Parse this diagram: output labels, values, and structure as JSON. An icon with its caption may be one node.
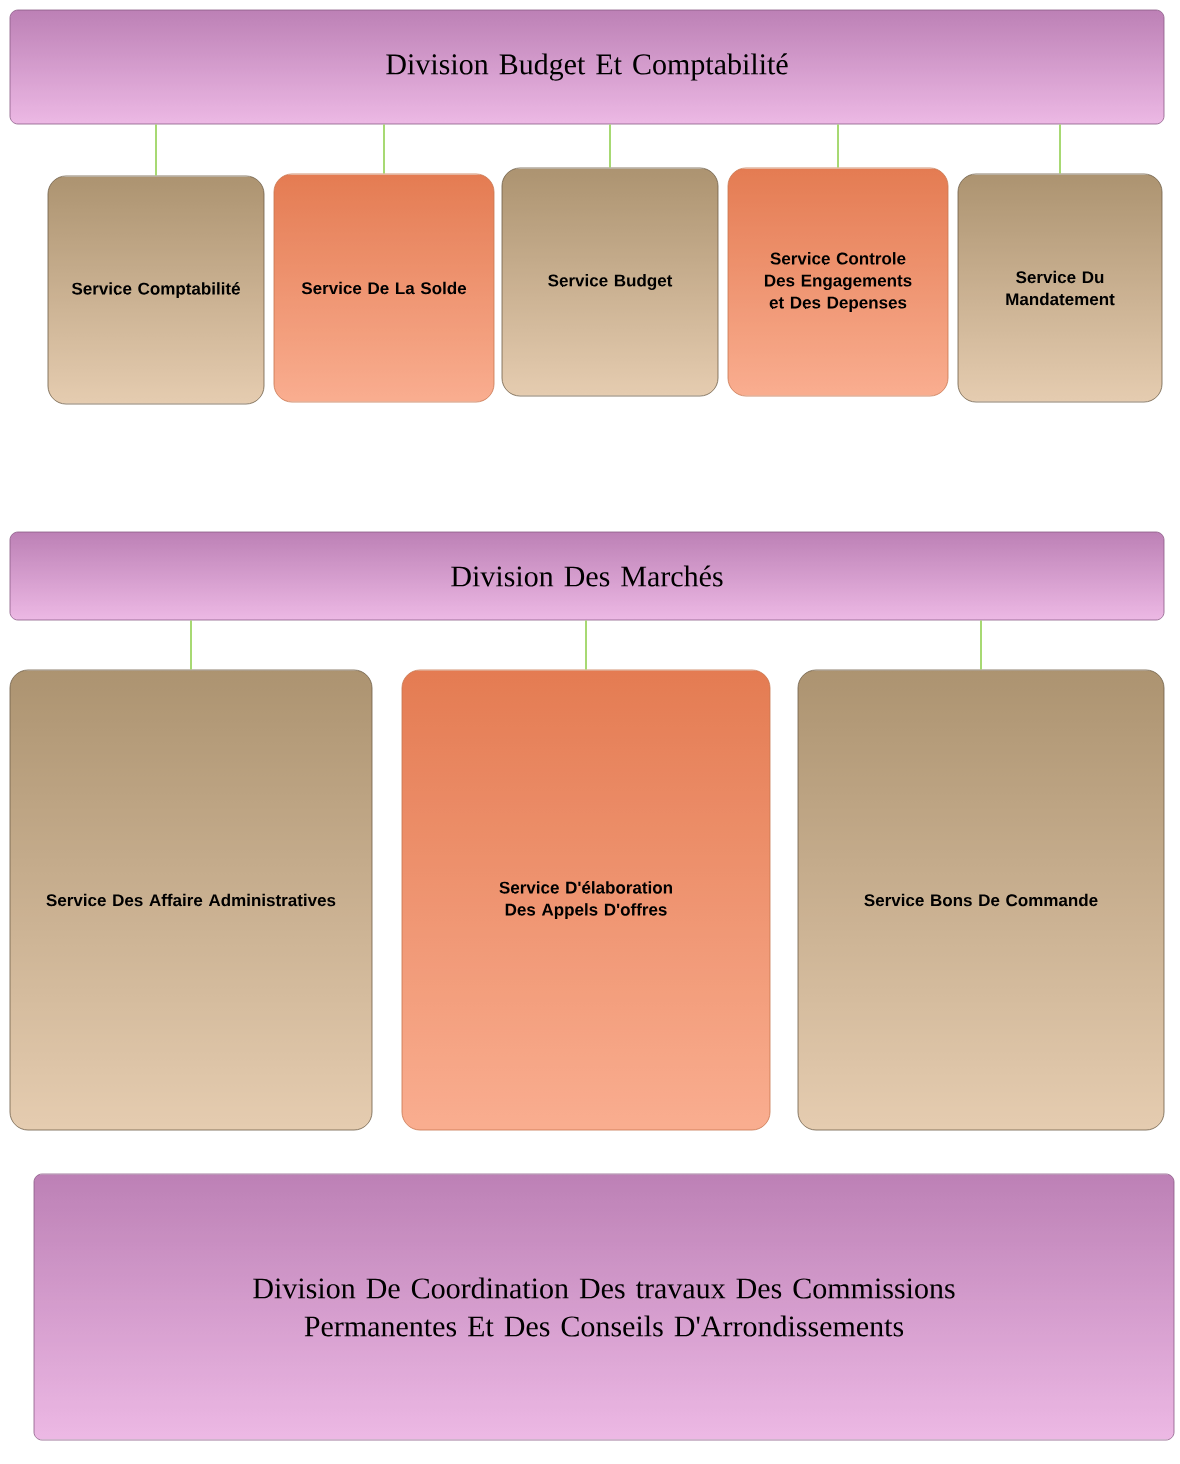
{
  "diagram": {
    "nodes": [
      {
        "text": [
          "Division Budget Et Comptabilité"
        ]
      },
      {
        "text": [
          "Service Comptabilité"
        ]
      },
      {
        "text": [
          "Service De La Solde"
        ]
      },
      {
        "text": [
          "Service Budget"
        ]
      },
      {
        "text": [
          "Service Controle Des Engagements et Des Depenses"
        ]
      },
      {
        "text": [
          "Service Du Mandatement"
        ]
      },
      {
        "text": [
          "Division Des Marchés"
        ]
      },
      {
        "text": [
          "Service Des Affaire Administratives"
        ]
      },
      {
        "text": [
          "Service D'élaboration Des Appels D'offres"
        ]
      },
      {
        "text": [
          "Service Bons De Commande"
        ]
      },
      {
        "text": [
          "Division De Coordination Des travaux Des Commissions Permanentes Et Des Conseils D'Arrondissements"
        ]
      }
    ],
    "edges": [
      {
        "from": 0,
        "to": 1,
        "arrow": "none"
      },
      {
        "from": 0,
        "to": 2,
        "arrow": "none"
      },
      {
        "from": 0,
        "to": 3,
        "arrow": "none"
      },
      {
        "from": 0,
        "to": 4,
        "arrow": "none"
      },
      {
        "from": 0,
        "to": 5,
        "arrow": "none"
      },
      {
        "from": 6,
        "to": 7,
        "arrow": "none"
      },
      {
        "from": 6,
        "to": 8,
        "arrow": "none"
      },
      {
        "from": 6,
        "to": 9,
        "arrow": "none"
      }
    ]
  }
}
